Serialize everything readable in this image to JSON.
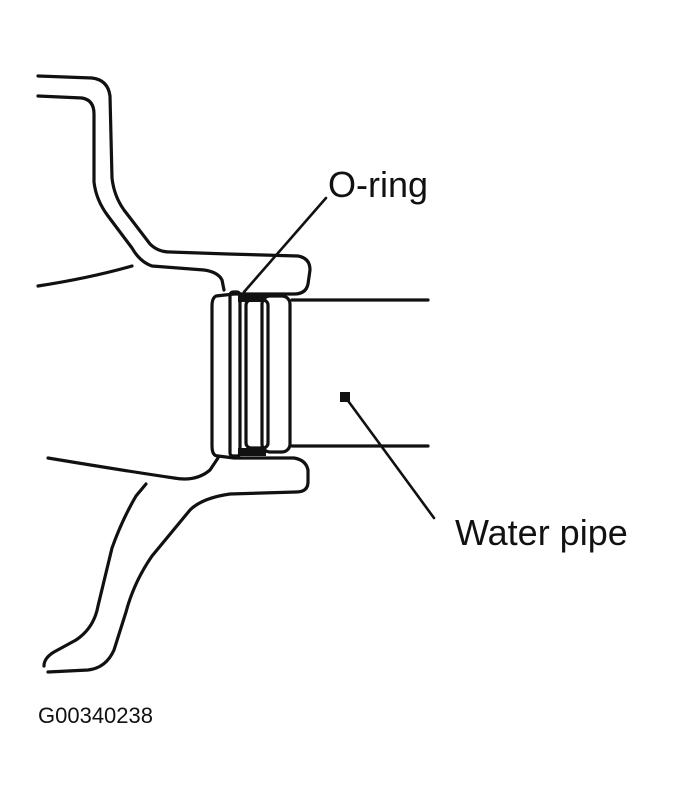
{
  "labels": {
    "o_ring": "O-ring",
    "water_pipe": "Water pipe"
  },
  "figure_code": "G00340238",
  "colors": {
    "line": "#111111",
    "background": "#ffffff"
  }
}
